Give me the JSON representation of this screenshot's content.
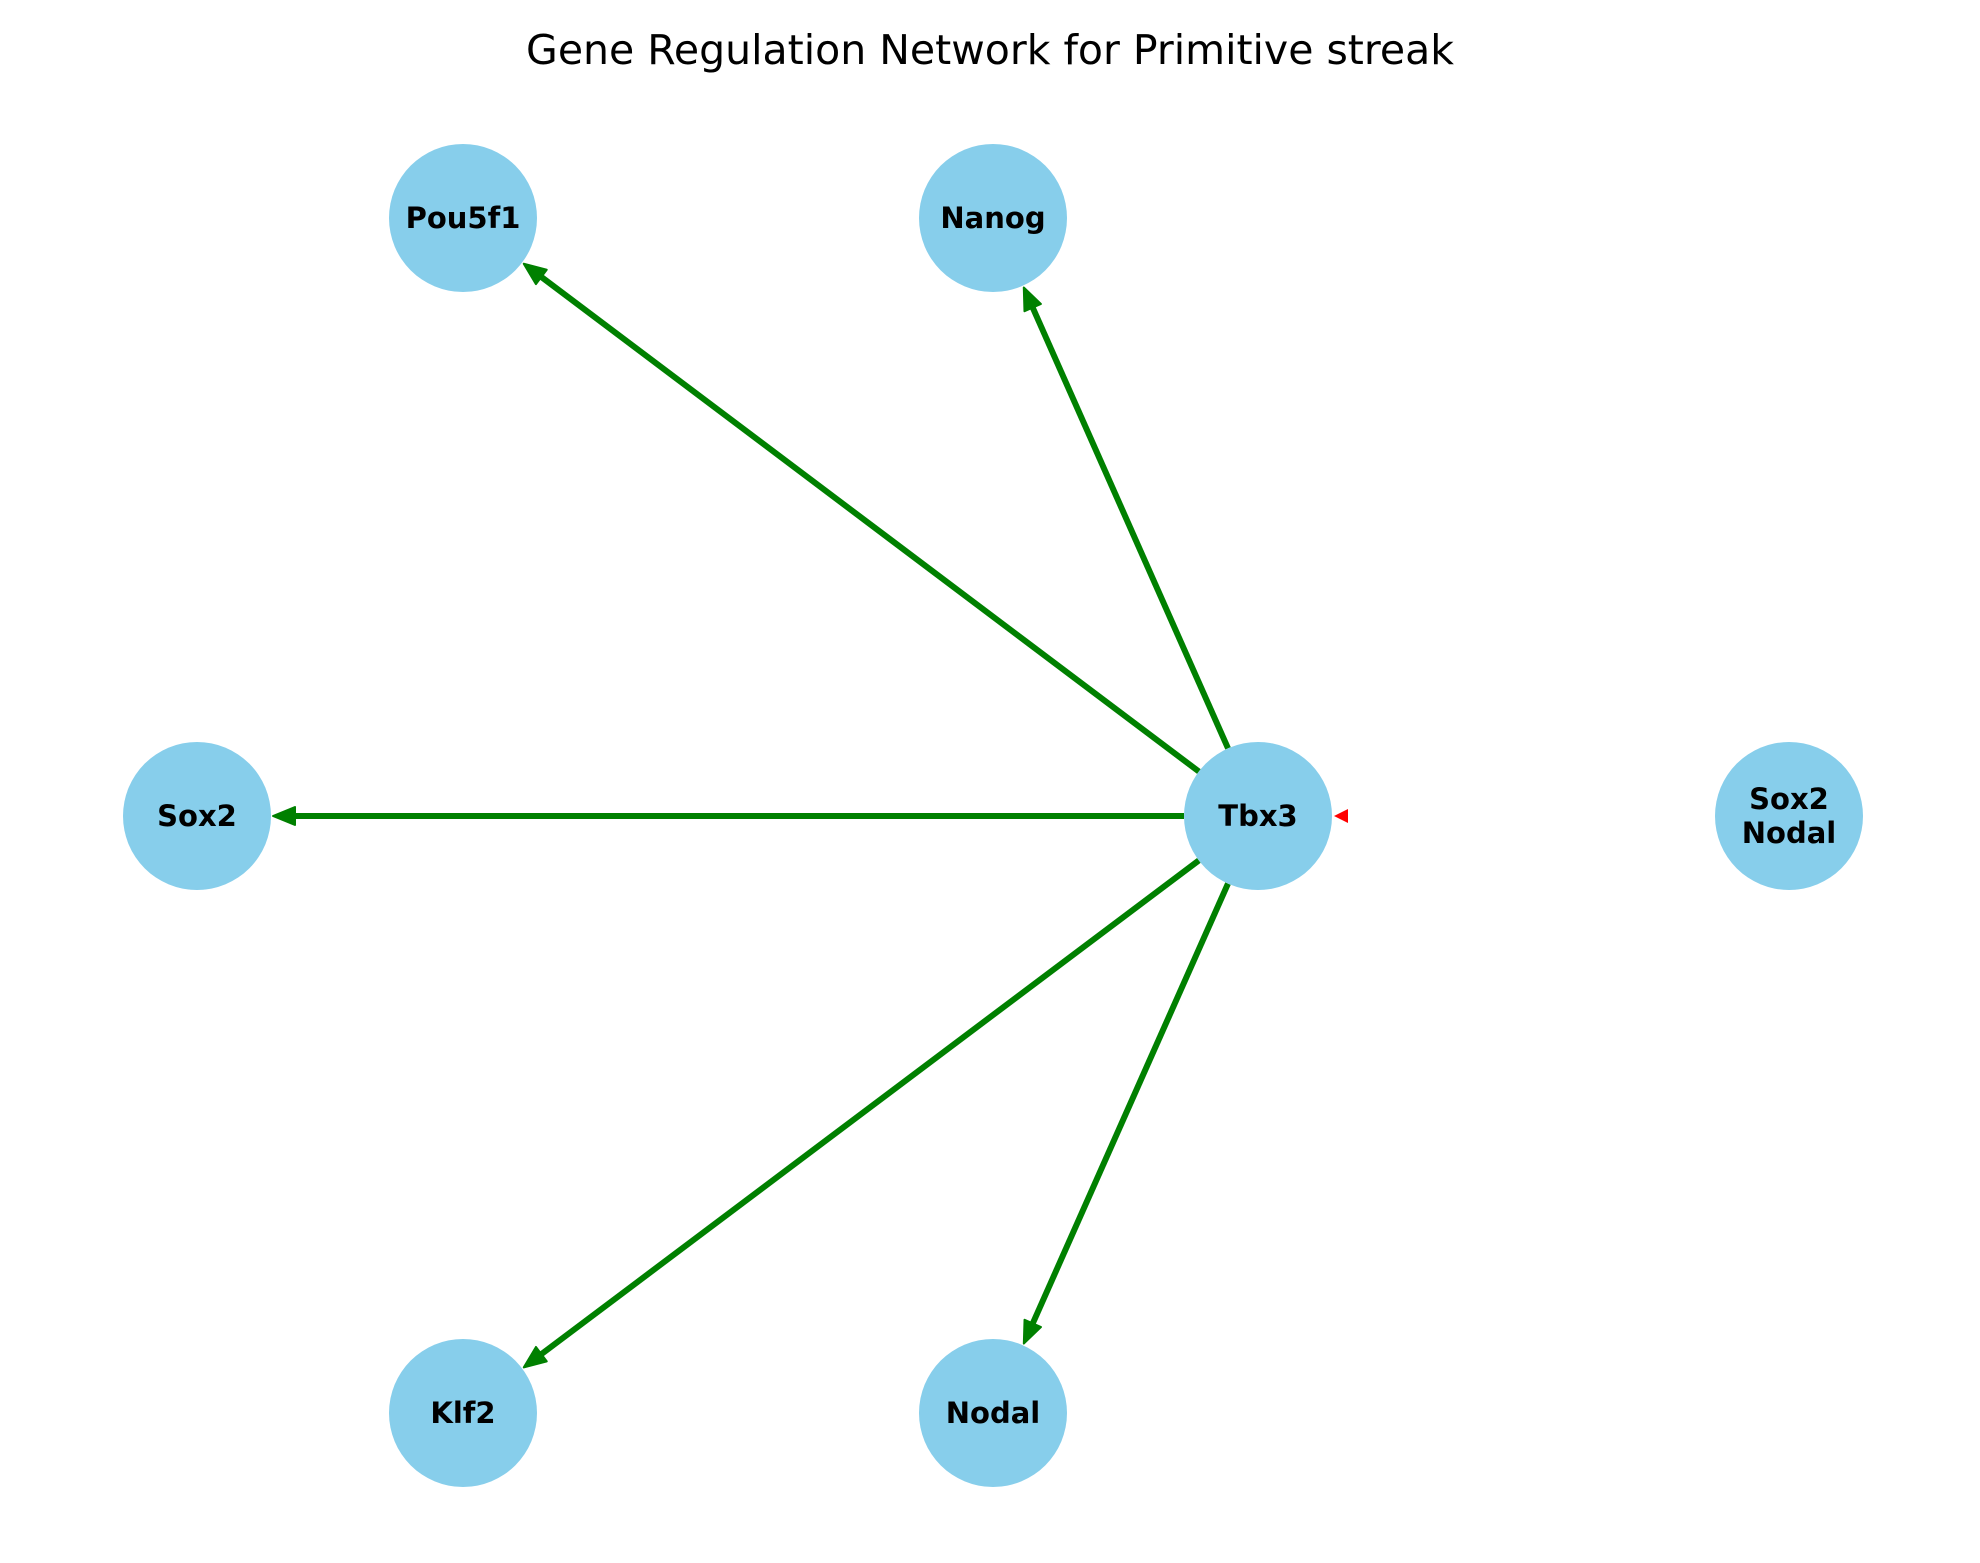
{
  "title": "Gene Regulation Network for Primitive streak",
  "colors": {
    "node_fill": "#87ceeb",
    "activation_edge": "#008000",
    "inhibition_marker": "#ff0000",
    "label": "#000000"
  },
  "nodes": [
    {
      "id": "pou5f1",
      "lines": [
        "Pou5f1"
      ]
    },
    {
      "id": "nanog",
      "lines": [
        "Nanog"
      ]
    },
    {
      "id": "sox2",
      "lines": [
        "Sox2"
      ]
    },
    {
      "id": "tbx3",
      "lines": [
        "Tbx3"
      ]
    },
    {
      "id": "sox2-nodal",
      "lines": [
        "Sox2",
        "Nodal"
      ]
    },
    {
      "id": "klf2",
      "lines": [
        "Klf2"
      ]
    },
    {
      "id": "nodal",
      "lines": [
        "Nodal"
      ]
    }
  ],
  "edges": [
    {
      "source": "tbx3",
      "target": "pou5f1",
      "type": "activation"
    },
    {
      "source": "tbx3",
      "target": "nanog",
      "type": "activation"
    },
    {
      "source": "tbx3",
      "target": "sox2",
      "type": "activation"
    },
    {
      "source": "tbx3",
      "target": "klf2",
      "type": "activation"
    },
    {
      "source": "tbx3",
      "target": "nodal",
      "type": "activation"
    },
    {
      "source": "sox2-nodal",
      "target": "tbx3",
      "type": "inhibition"
    }
  ]
}
